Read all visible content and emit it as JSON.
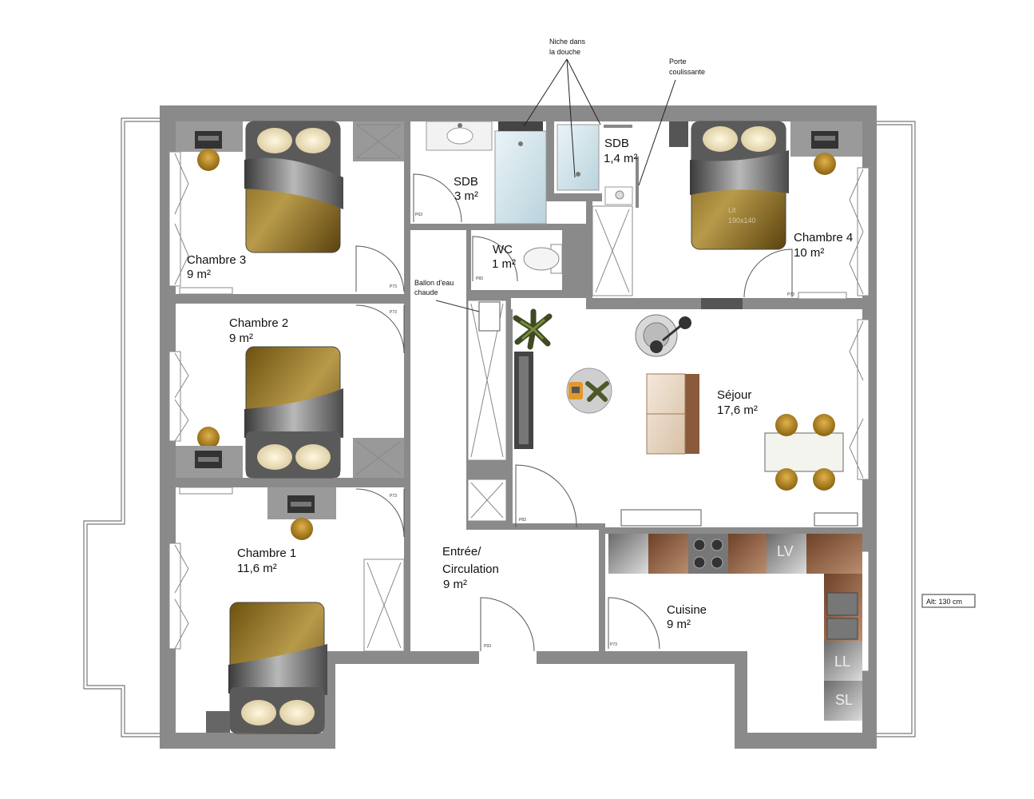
{
  "rooms": {
    "chambre3": {
      "name": "Chambre 3",
      "area": "9 m²"
    },
    "chambre2": {
      "name": "Chambre 2",
      "area": "9 m²"
    },
    "chambre1": {
      "name": "Chambre 1",
      "area": "11,6 m²"
    },
    "chambre4": {
      "name": "Chambre 4",
      "area": "10 m²"
    },
    "sdb1": {
      "name": "SDB",
      "area": "3 m²"
    },
    "sdb2": {
      "name": "SDB",
      "area": "1,4 m²"
    },
    "wc": {
      "name": "WC",
      "area": "1 m²"
    },
    "sejour": {
      "name": "Séjour",
      "area": "17,6 m²"
    },
    "entree": {
      "name": "Entrée/",
      "name2": "Circulation",
      "area": "9 m²"
    },
    "cuisine": {
      "name": "Cuisine",
      "area": "9 m²"
    }
  },
  "annotations": {
    "niche_1": "Niche dans",
    "niche_2": "la douche",
    "porte_1": "Porte",
    "porte_2": "coulissante",
    "ballon_1": "Ballon d'eau",
    "ballon_2": "chaude",
    "height": "Alt: 130 cm",
    "lit_1": "Lit",
    "lit_2": "190x140"
  },
  "appliances": {
    "lv": "LV",
    "ll": "LL",
    "sl": "SL"
  },
  "door_codes": {
    "p73a": "P73",
    "p73b": "P73",
    "p73c": "P73",
    "p63": "P63",
    "p83": "P83",
    "p93": "P93",
    "p73d": "P73",
    "p73e": "P73",
    "p83b": "P83",
    "p73f": "P73"
  },
  "colors": {
    "wall": "#8a8a8a",
    "bed_wood": "#8e6b1c",
    "kitchen_wood": "#8a5a3c",
    "chair": "#a8781c"
  }
}
